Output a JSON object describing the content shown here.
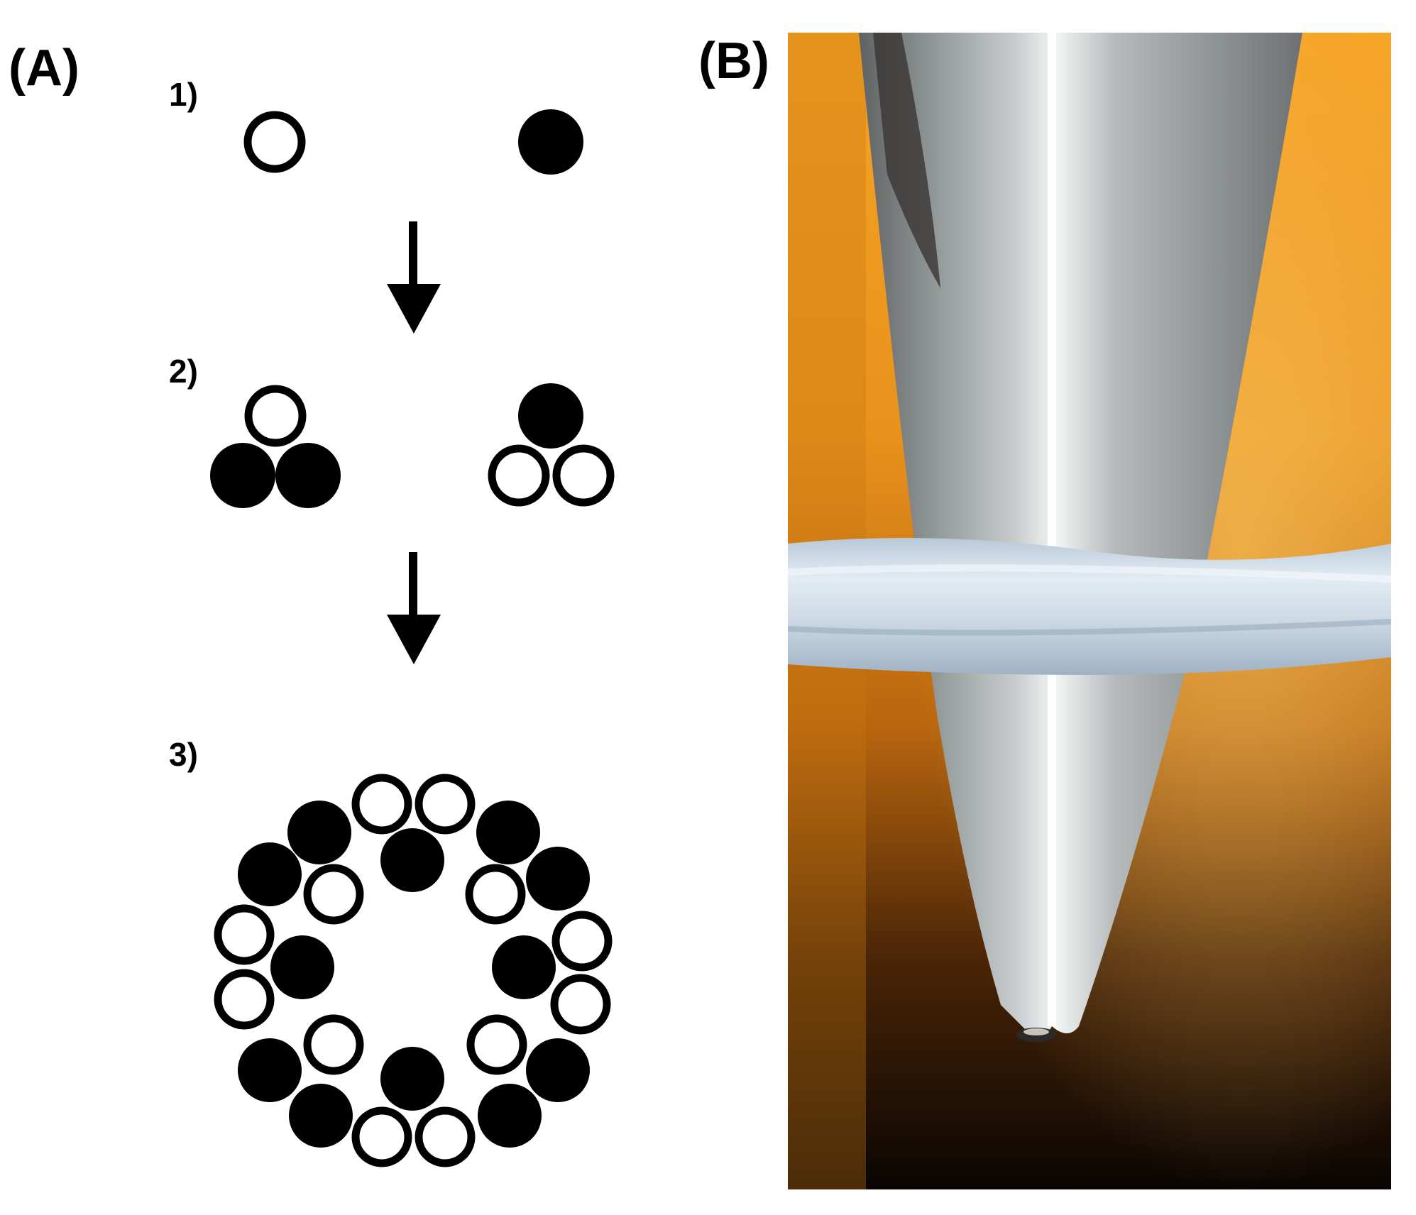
{
  "panels": {
    "a_label": "(A)",
    "b_label": "(B)"
  },
  "steps": [
    "1)",
    "2)",
    "3)"
  ],
  "colors": {
    "filled": "#000000",
    "ring": "#000000",
    "background": "#ffffff",
    "photo_background": "#e08e1c",
    "tube": "#9ea4a4",
    "fiber": "#cbd8e4"
  },
  "photo": {
    "description_icon": "tapered-tube-photo-icon"
  }
}
